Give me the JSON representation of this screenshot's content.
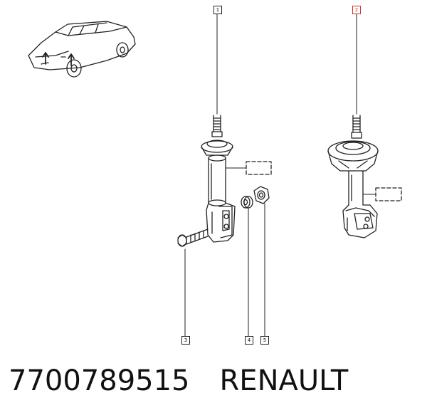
{
  "callouts": {
    "c1": "1",
    "c2": "2",
    "c3": "3",
    "c4": "4",
    "c5": "5"
  },
  "caption": {
    "part_number": "7700789515",
    "brand": "RENAULT"
  },
  "colors": {
    "line": "#222222",
    "highlight": "#d32f2f"
  },
  "icons": [
    "car-location-icon"
  ]
}
